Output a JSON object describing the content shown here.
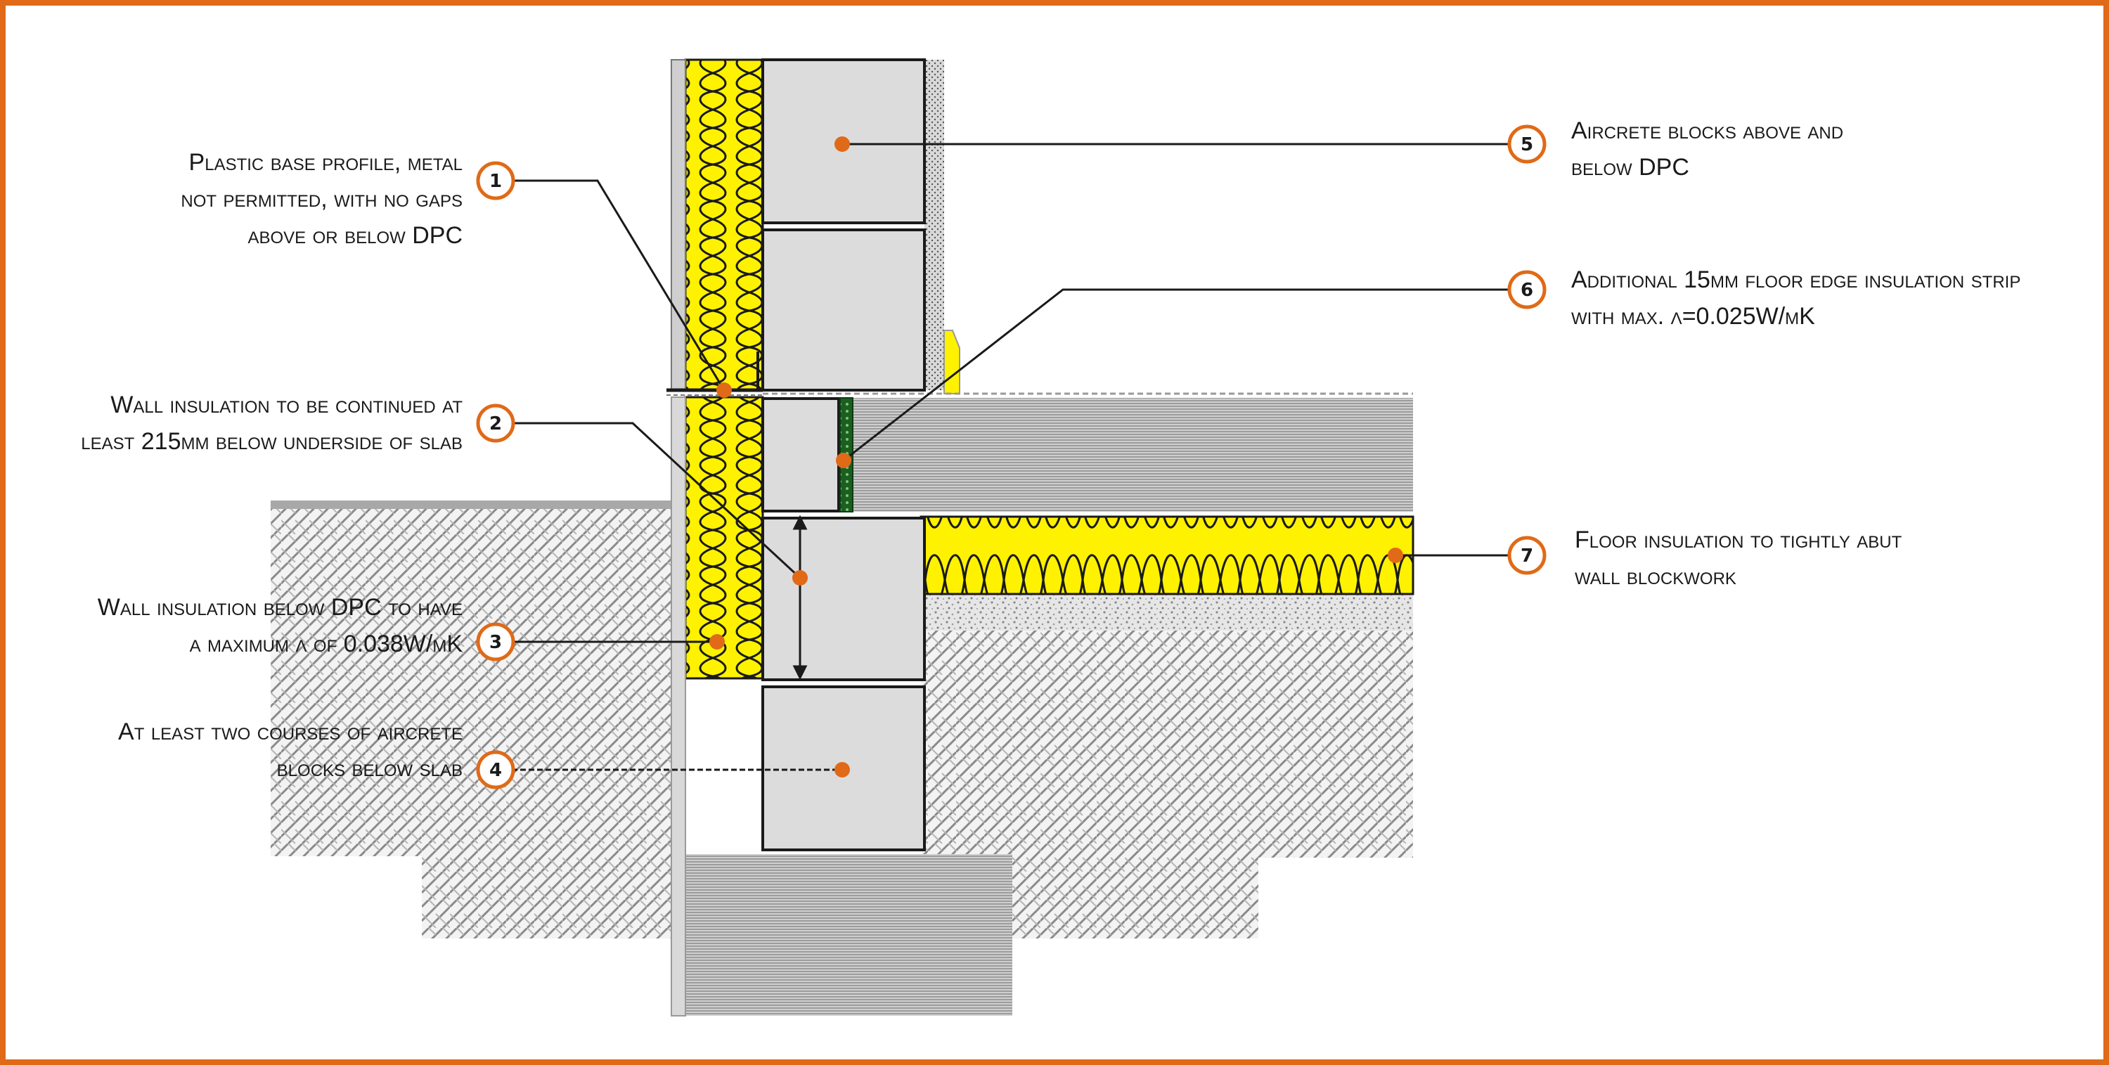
{
  "diagram": {
    "callouts": [
      {
        "number": "1",
        "side": "left",
        "lines": [
          "Plastic base profile, metal",
          "not permitted, with no gaps",
          "above or below DPC"
        ]
      },
      {
        "number": "2",
        "side": "left",
        "lines": [
          "Wall insulation to be continued at",
          "least 215mm below underside of slab"
        ]
      },
      {
        "number": "3",
        "side": "left",
        "lines": [
          "Wall insulation below DPC to have",
          "a maximum λ of 0.038W/mK"
        ]
      },
      {
        "number": "4",
        "side": "left",
        "lines": [
          "At least two courses of aircrete",
          "blocks below slab"
        ]
      },
      {
        "number": "5",
        "side": "right",
        "lines": [
          "Aircrete blocks above and",
          "below DPC"
        ]
      },
      {
        "number": "6",
        "side": "right",
        "lines": [
          "Additional 15mm floor edge insulation strip",
          "with max. λ=0.025W/mK"
        ]
      },
      {
        "number": "7",
        "side": "right",
        "lines": [
          "Floor insulation to tightly abut",
          "wall blockwork"
        ]
      }
    ],
    "colors": {
      "frame": "#e06a17",
      "callout": "#e06a17",
      "insulation": "#fff200",
      "block": "#dcdcdc",
      "concrete": "#9a9a9a"
    }
  }
}
